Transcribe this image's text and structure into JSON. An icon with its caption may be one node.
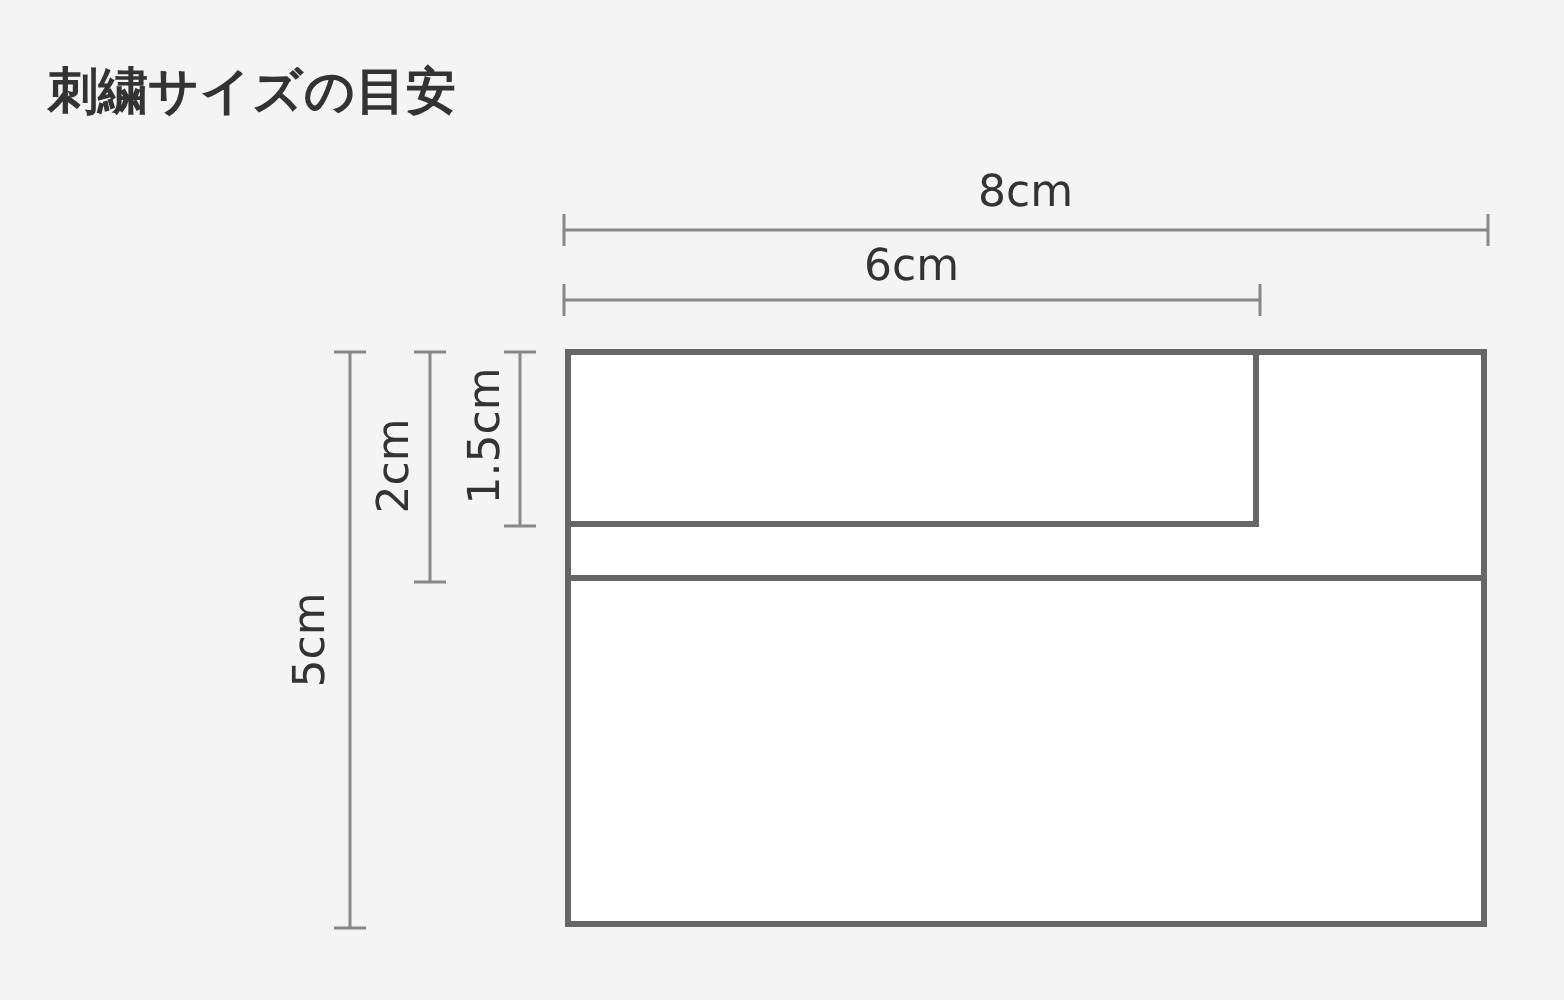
{
  "diagram": {
    "title": "刺繍サイズの目安",
    "labels": [
      "8cm",
      "6cm",
      "5cm",
      "2cm",
      "1.5cm"
    ]
  }
}
